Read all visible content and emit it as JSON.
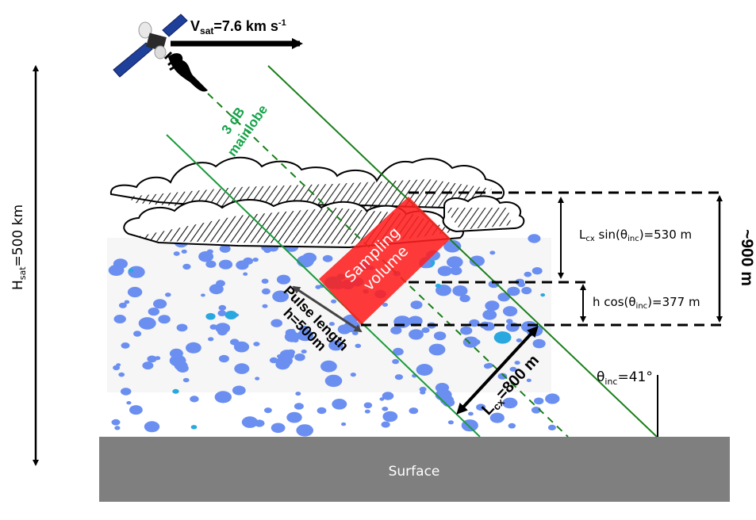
{
  "figure": {
    "title": "Spaceborne radar sampling geometry",
    "colors": {
      "beam": "#1a9b3c",
      "beam_label": "#16a34a",
      "sampling_volume": "#ff1f1f",
      "surface": "#7f7f7f",
      "rain_drop": "#6b8ff0",
      "rain_drop_alt": "#29a8e0",
      "annotation": "#000000"
    }
  },
  "satellite": {
    "velocity_label_main": "V",
    "velocity_label_sub": "sat",
    "velocity_label_value": "=7.6 km s",
    "velocity_label_sup": "-1"
  },
  "altitude": {
    "label_main": "H",
    "label_sub": "sat",
    "label_value": "=500 km"
  },
  "beam": {
    "label_line1": "3 dB",
    "label_line2": "mainlobe"
  },
  "sampling_volume": {
    "label_line1": "Sampling",
    "label_line2": "volume"
  },
  "pulse": {
    "label_line1": "Pulse length",
    "label_line2": "h=500m"
  },
  "cross_track": {
    "label_main": "L",
    "label_sub": "cx",
    "label_value": "=800 m"
  },
  "incidence": {
    "label_main": "θ",
    "label_sub": "inc",
    "label_value": "=41°"
  },
  "heights": {
    "sin_term_prefix": "L",
    "sin_term_sub": "cx",
    "sin_term_mid": " sin(θ",
    "sin_term_sub2": "inc",
    "sin_term_value": ")=530  m",
    "cos_term_prefix": "h cos(θ",
    "cos_term_sub": "inc",
    "cos_term_value": ")=377  m",
    "total": "~900 m"
  },
  "surface": {
    "label": "Surface"
  }
}
